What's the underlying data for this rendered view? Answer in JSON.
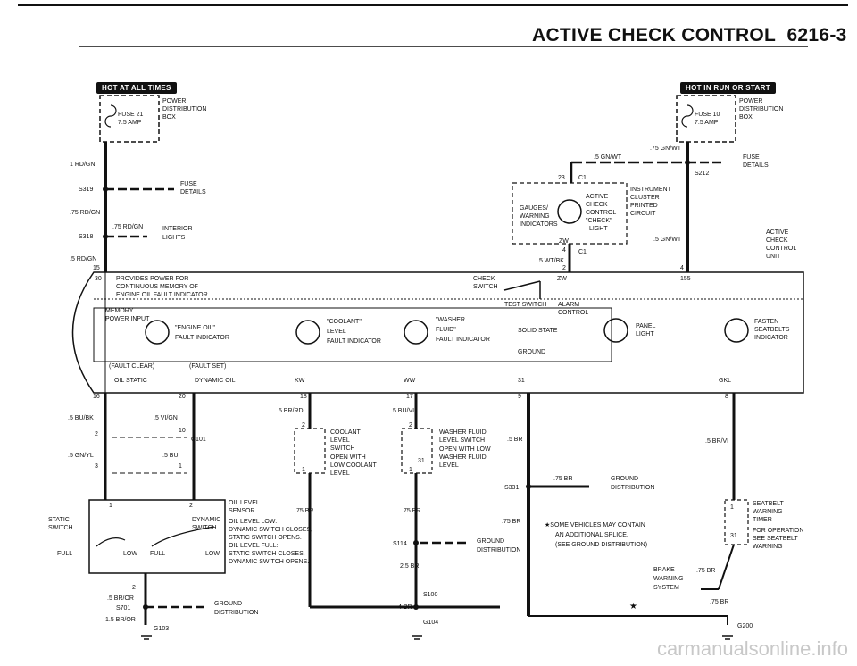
{
  "header": {
    "title": "ACTIVE CHECK CONTROL",
    "page": "6216-3"
  },
  "tags": {
    "hot_at_all_times": "HOT AT ALL TIMES",
    "hot_in_run": "HOT IN RUN OR START"
  },
  "left_power": {
    "dist1": "POWER",
    "dist2": "DISTRIBUTION",
    "dist3": "BOX",
    "fuse": "FUSE 21",
    "amp": "7.5 AMP"
  },
  "right_power": {
    "dist1": "POWER",
    "dist2": "DISTRIBUTION",
    "dist3": "BOX",
    "fuse": "FUSE 10",
    "amp": "7.5 AMP"
  },
  "wires": {
    "rd_gn_1": "1 RD/GN",
    "s319": "S319",
    "fuse_details_1": "FUSE",
    "fuse_details_2": "DETAILS",
    "rd_gn_75": ".75 RD/GN",
    "s318": "S318",
    "rd_gn_75b": ".75 RD/GN",
    "interior1": "INTERIOR",
    "interior2": "LIGHTS",
    "rd_gn_5": ".5 RD/GN",
    "pin15": "15",
    "gn_wt_75": ".75 GN/WT",
    "gn_wt_5": ".5 GN/WT",
    "s212": "S212",
    "fuse_r1": "FUSE",
    "fuse_r2": "DETAILS",
    "pin23": "23",
    "c1_a": "C1",
    "pin4": "4",
    "c1_b": "C1",
    "wt_bk_5": ".5 WT/BK",
    "pin2": "2",
    "gn_wt_5b": ".5 GN/WT",
    "pin4b": "4",
    "pin155": "155",
    "zw": "ZW",
    "zw2": "ZW"
  },
  "cluster": {
    "gauges1": "GAUGES/",
    "gauges2": "WARNING",
    "gauges3": "INDICATORS",
    "active1": "ACTIVE",
    "active2": "CHECK",
    "active3": "CONTROL",
    "active4": "\"CHECK\"",
    "active5": "LIGHT",
    "inst1": "INSTRUMENT",
    "inst2": "CLUSTER",
    "inst3": "PRINTED",
    "inst4": "CIRCUIT"
  },
  "unit": {
    "acu1": "ACTIVE",
    "acu2": "CHECK",
    "acu3": "CONTROL",
    "acu4": "UNIT",
    "pin30": "30",
    "mem1": "PROVIDES POWER FOR",
    "mem2": "CONTINUOUS MEMORY OF",
    "mem3": "ENGINE OIL FAULT INDICATOR",
    "check_sw1": "CHECK",
    "check_sw2": "SWITCH",
    "test_sw": "TEST SWITCH",
    "alarm1": "ALARM",
    "alarm2": "CONTROL",
    "memory1": "MEMORY",
    "memory2": "POWER INPUT",
    "engine_oil1": "\"ENGINE OIL\"",
    "engine_oil2": "FAULT INDICATOR",
    "coolant1": "\"COOLANT\"",
    "coolant2": "LEVEL",
    "coolant3": "FAULT INDICATOR",
    "washer1": "\"WASHER",
    "washer2": "FLUID\"",
    "washer3": "FAULT INDICATOR",
    "solid_state": "SOLID STATE",
    "ground": "GROUND",
    "panel1": "PANEL",
    "panel2": "LIGHT",
    "fasten1": "FASTEN",
    "fasten2": "SEATBELTS",
    "fasten3": "INDICATOR",
    "fault_clear": "(FAULT CLEAR)",
    "fault_set": "(FAULT SET)",
    "oil_static": "OIL STATIC",
    "dynamic_oil": "DYNAMIC OIL",
    "kw": "KW",
    "ww": "WW",
    "p31": "31",
    "gkl": "GKL"
  },
  "pins": {
    "p16": "16",
    "p20": "20",
    "p18": "18",
    "p17": "17",
    "p9": "9",
    "p8": "8"
  },
  "lower": {
    "bu_bk": ".5 BU/BK",
    "vi_gn": ".5 VI/GN",
    "p2a": "2",
    "p10": "10",
    "c101": "C101",
    "gn_yl": ".5 GN/YL",
    "bu5": ".5 BU",
    "p3": "3",
    "p1": "1",
    "br_rd": ".5 BR/RD",
    "bu_vi": ".5 BU/VI",
    "p2c": "2",
    "p2w": "2",
    "p1c": "1",
    "p1w": "1",
    "p31w": "31",
    "coolant1": "COOLANT",
    "coolant2": "LEVEL",
    "coolant3": "SWITCH",
    "coolant4": "OPEN WITH",
    "coolant5": "LOW COOLANT",
    "coolant6": "LEVEL",
    "wfl1": "WASHER FLUID",
    "wfl2": "LEVEL SWITCH",
    "wfl3": "OPEN WITH LOW",
    "wfl4": "WASHER FLUID",
    "wfl5": "LEVEL",
    "br5": ".5 BR",
    "br_vi": ".5 BR/VI",
    "br75a": ".75 BR",
    "s331": "S331",
    "gd1": "GROUND",
    "gd2": "DISTRIBUTION",
    "oil_sensor1": "OIL LEVEL",
    "oil_sensor2": "SENSOR",
    "p1s": "1",
    "p2s": "2",
    "static1": "STATIC",
    "static2": "SWITCH",
    "dyn1": "DYNAMIC",
    "dyn2": "SWITCH",
    "full1": "FULL",
    "low1": "LOW",
    "full2": "FULL",
    "low2": "LOW",
    "oil_note1": "OIL LEVEL LOW:",
    "oil_note2": "DYNAMIC SWITCH CLOSES,",
    "oil_note3": "STATIC SWITCH OPENS.",
    "oil_note4": "OIL LEVEL FULL:",
    "oil_note5": "STATIC SWITCH CLOSES,",
    "oil_note6": "DYNAMIC SWITCH OPENS.",
    "br75b": ".75 BR",
    "br75c": ".75 BR",
    "br75d": ".75 BR",
    "note1": "★SOME VEHICLES MAY CONTAIN",
    "note2": "AN ADDITIONAL SPLICE.",
    "note3": "(SEE GROUND DISTRIBUTION)",
    "s114": "S114",
    "gd3": "GROUND",
    "gd4": "DISTRIBUTION",
    "br25": "2.5 BR",
    "s100": "S100",
    "br4": "4 BR",
    "g104": "G104",
    "p2o": "2",
    "br_or": ".5 BR/OR",
    "s701": "S701",
    "gd5": "GROUND",
    "gd6": "DISTRIBUTION",
    "br_or15": "1.5 BR/OR",
    "g103": "G103",
    "brake1": "BRAKE",
    "brake2": "WARNING",
    "brake3": "SYSTEM",
    "br75e": ".75 BR",
    "br75f": ".75 BR",
    "star": "★",
    "g200": "G200",
    "sb1": "SEATBELT",
    "sb2": "WARNING",
    "sb3": "TIMER",
    "sb4": "FOR OPERATION",
    "sb5": "SEE SEATBELT",
    "sb6": "WARNING",
    "sbp1": "1",
    "sbp31": "31"
  },
  "watermark": "carmanualsonline.info"
}
